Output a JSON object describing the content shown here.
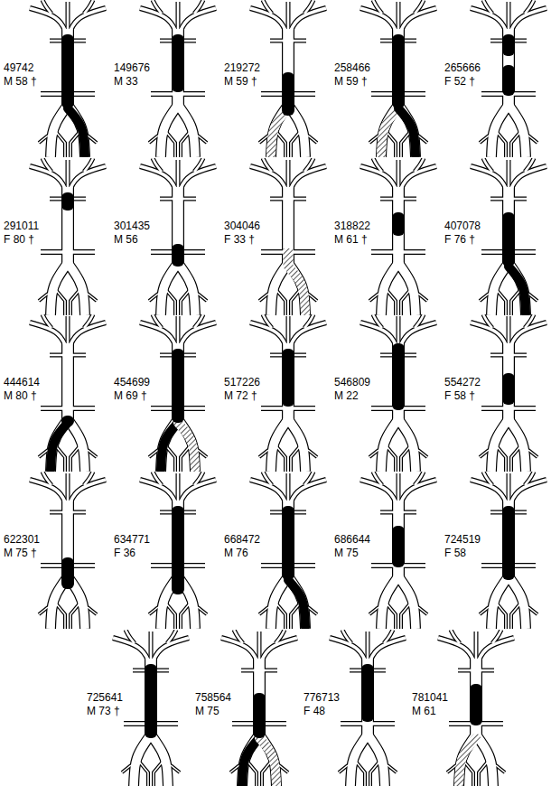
{
  "diagram": {
    "labels": [
      "49742",
      "M 58 †",
      "149676",
      "M 33",
      "219272",
      "M 59 †",
      "258466",
      "M 59 †",
      "265666",
      "F 52 †",
      "291011",
      "F 80 †",
      "301435",
      "M 56",
      "304046",
      "F 33 †",
      "318822",
      "M 61 †",
      "407078",
      "F 76 †",
      "444614",
      "M 80 †",
      "454699",
      "M 69 †",
      "517226",
      "M 72 †",
      "546809",
      "M 22",
      "554272",
      "F 58 †",
      "622301",
      "M 75 †",
      "634771",
      "F 36",
      "668472",
      "M 76",
      "686644",
      "M 75",
      "724519",
      "F 58",
      "725641",
      "M 73 †",
      "758564",
      "M 75",
      "776713",
      "F 48",
      "781041",
      "M 61"
    ]
  }
}
